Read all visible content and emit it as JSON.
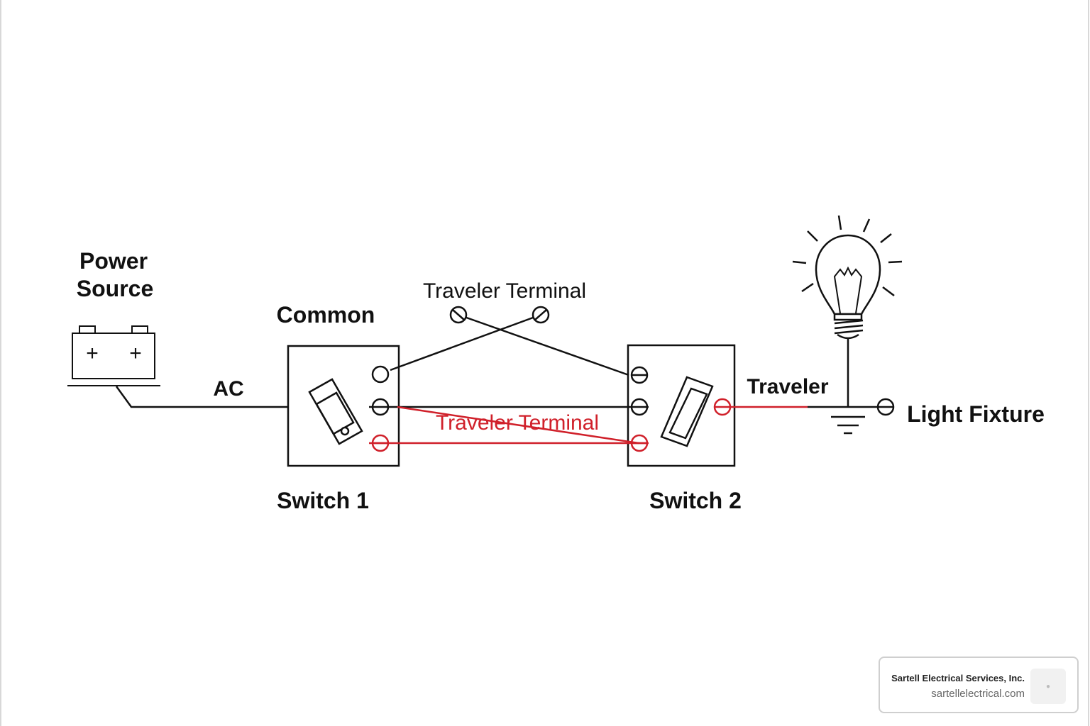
{
  "labels": {
    "power_source_line1": "Power",
    "power_source_line2": "Source",
    "ac": "AC",
    "common": "Common",
    "traveler_terminal_top": "Traveler Terminal",
    "traveler_terminal_mid": "Traveler Terminal",
    "traveler": "Traveler",
    "light_fixture": "Light Fixture",
    "switch1": "Switch 1",
    "switch2": "Switch 2"
  },
  "battery": {
    "plus_left": "+",
    "plus_right": "+"
  },
  "attribution": {
    "name": "Sartell Electrical Services, Inc.",
    "url": "sartellelectrical.com"
  },
  "colors": {
    "wire": "#111111",
    "red_wire": "#d0202a"
  }
}
